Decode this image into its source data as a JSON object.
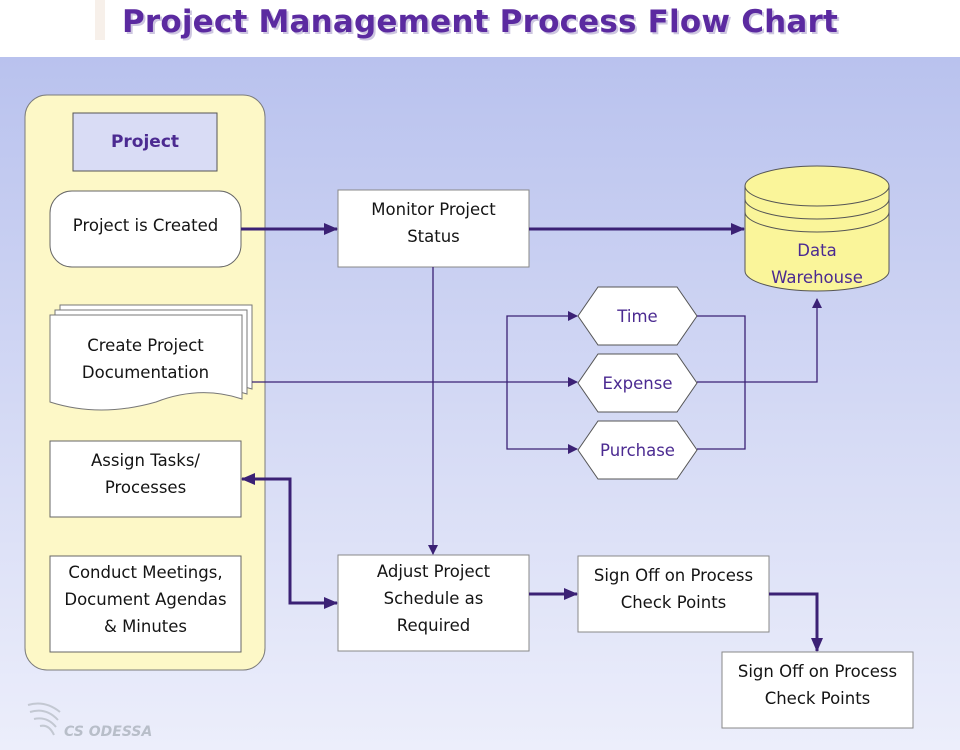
{
  "title": "Project Management Process Flow Chart",
  "nodes": {
    "project": "Project",
    "project_created": "Project is Created",
    "create_doc": [
      "Create Project",
      "Documentation"
    ],
    "assign_tasks": [
      "Assign Tasks/",
      "Processes"
    ],
    "conduct_meetings": [
      "Conduct Meetings,",
      "Document Agendas",
      "& Minutes"
    ],
    "monitor_status": [
      "Monitor Project",
      "Status"
    ],
    "data_warehouse": [
      "Data",
      "Warehouse"
    ],
    "time": "Time",
    "expense": "Expense",
    "purchase": "Purchase",
    "adjust_schedule": [
      "Adjust Project",
      "Schedule as",
      "Required"
    ],
    "sign_off_1": [
      "Sign Off on Process",
      "Check Points"
    ],
    "sign_off_2": [
      "Sign Off on Process",
      "Check Points"
    ]
  },
  "logo": "CS ODESSA",
  "colors": {
    "title": "#5b2aa0",
    "arrow": "#3b2175",
    "panel": "#fdf8c7",
    "warehouse": "#faf59a",
    "project_box": "#d9dcf5"
  }
}
